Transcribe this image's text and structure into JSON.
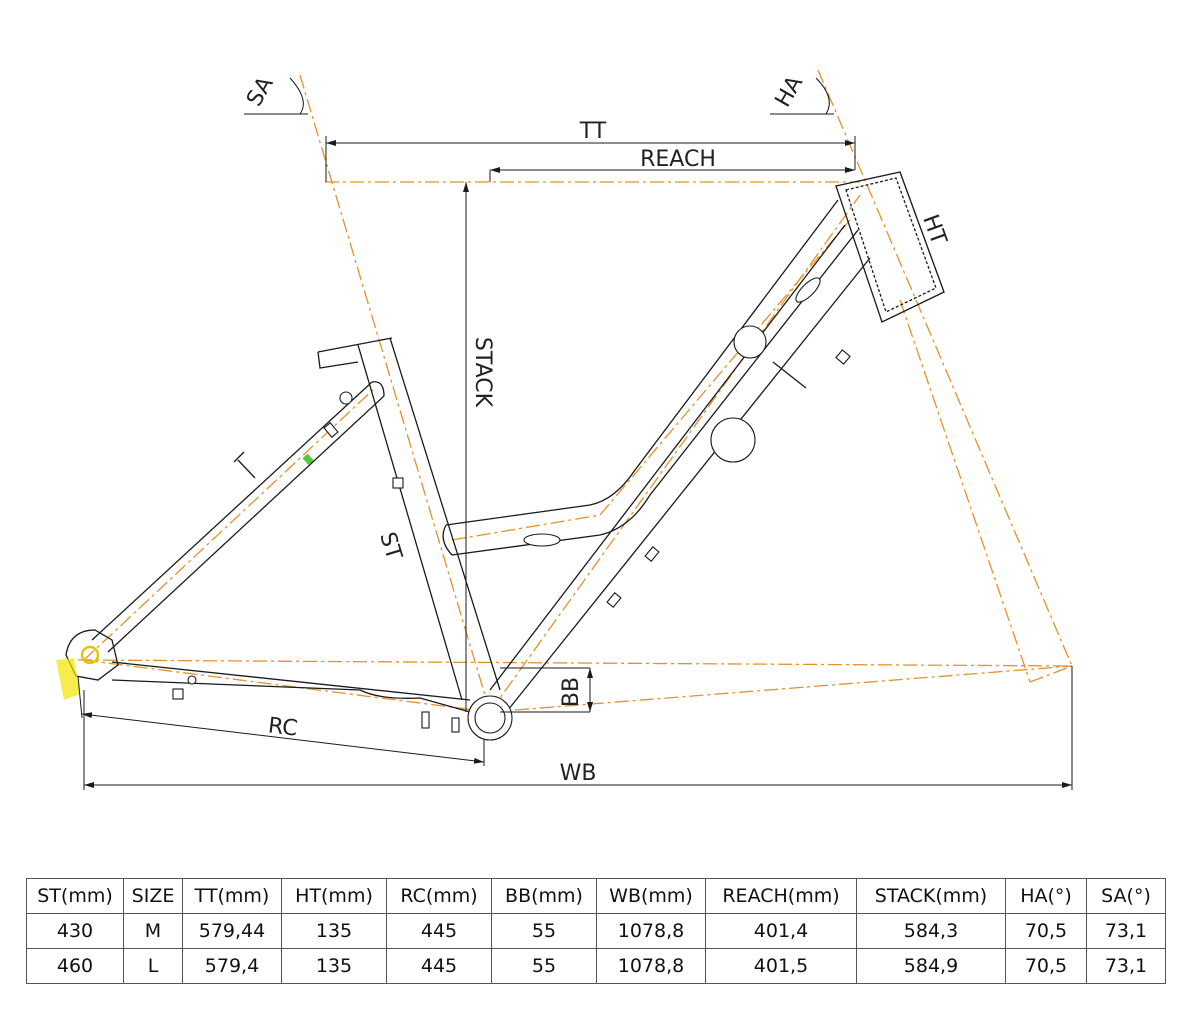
{
  "diagram": {
    "labels": {
      "sa": "SA",
      "ha": "HA",
      "tt": "TT",
      "reach": "REACH",
      "ht": "HT",
      "stack": "STACK",
      "st": "ST",
      "bb": "BB",
      "rc": "RC",
      "wb": "WB"
    },
    "colors": {
      "frame_line": "#1a1a1a",
      "geometry_line": "#e8902a",
      "dropout_highlight": "#f2e600",
      "cable_guide": "#57c83a"
    }
  },
  "table": {
    "headers": [
      "ST(mm)",
      "SIZE",
      "TT(mm)",
      "HT(mm)",
      "RC(mm)",
      "BB(mm)",
      "WB(mm)",
      "REACH(mm)",
      "STACK(mm)",
      "HA(°)",
      "SA(°)"
    ],
    "rows": [
      [
        "430",
        "M",
        "579,44",
        "135",
        "445",
        "55",
        "1078,8",
        "401,4",
        "584,3",
        "70,5",
        "73,1"
      ],
      [
        "460",
        "L",
        "579,4",
        "135",
        "445",
        "55",
        "1078,8",
        "401,5",
        "584,9",
        "70,5",
        "73,1"
      ]
    ]
  }
}
